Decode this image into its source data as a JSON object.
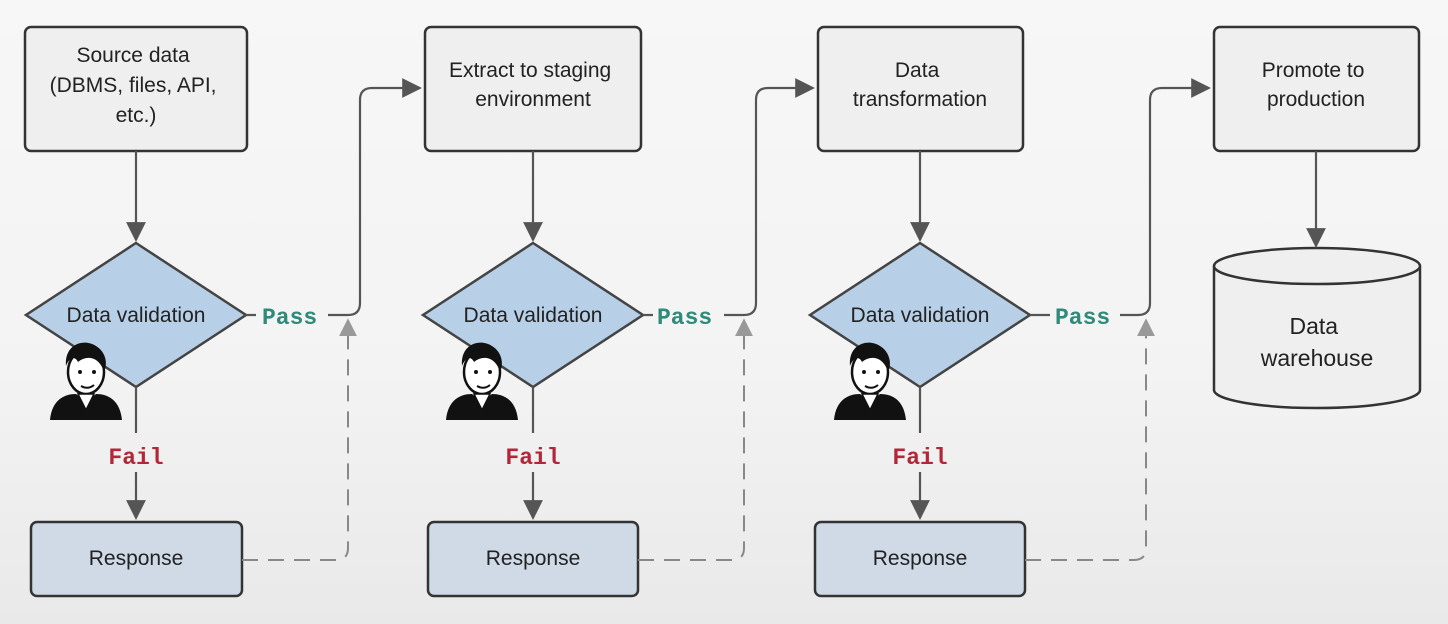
{
  "nodes": {
    "source": [
      "Source data",
      "(DBMS, files, API,",
      "etc.)"
    ],
    "extract": [
      "Extract to staging",
      "environment"
    ],
    "transform": [
      "Data",
      "transformation"
    ],
    "promote": [
      "Promote to",
      "production"
    ],
    "warehouse": [
      "Data",
      "warehouse"
    ]
  },
  "validation_label": "Data validation",
  "pass_label": "Pass",
  "fail_label": "Fail",
  "response_label": "Response",
  "colors": {
    "box_fill": "#efefef",
    "response_fill": "#cfdae6",
    "diamond_fill": "#b8cfe8",
    "pass": "#2e8b7a",
    "fail": "#b3263a"
  },
  "icons": [
    "validator-portrait-icon"
  ]
}
